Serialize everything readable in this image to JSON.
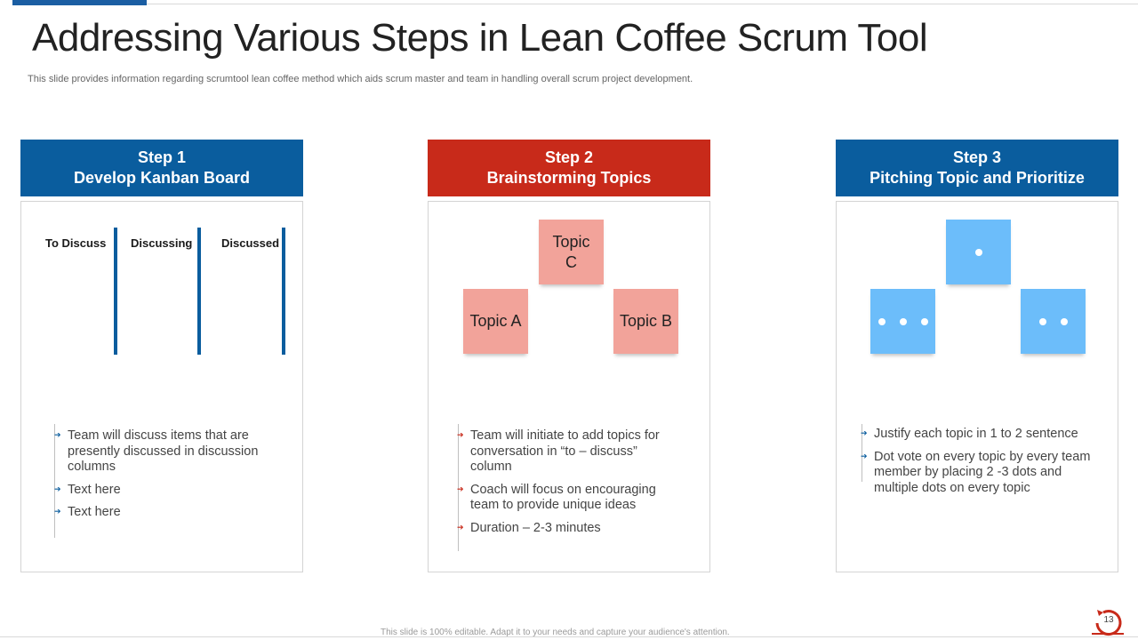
{
  "slide": {
    "title": "Addressing Various Steps in Lean Coffee Scrum Tool",
    "subtitle": "This slide provides information regarding scrumtool lean coffee method which aids scrum master and team in handling overall scrum project development.",
    "footer": "This slide is 100% editable. Adapt it to your needs and capture your audience's attention.",
    "page_number": "13"
  },
  "colors": {
    "blue": "#0a5d9e",
    "red": "#c82a1a",
    "topic_card": "#f2a39a",
    "dot_card": "#6cbdfa"
  },
  "steps": [
    {
      "number": "Step 1",
      "name": "Develop Kanban Board",
      "kanban_columns": [
        "To Discuss",
        "Discussing",
        "Discussed"
      ],
      "bullets": [
        "Team will discuss items that are presently discussed in discussion columns",
        "Text here",
        "Text here"
      ]
    },
    {
      "number": "Step 2",
      "name": "Brainstorming Topics",
      "topics": [
        "Topic C",
        "Topic A",
        "Topic B"
      ],
      "bullets": [
        "Team will initiate to add topics for conversation in “to – discuss” column",
        "Coach will focus on encouraging team to provide unique ideas",
        "Duration – 2-3 minutes"
      ]
    },
    {
      "number": "Step 3",
      "name": "Pitching Topic and Prioritize",
      "dot_votes": [
        1,
        3,
        2
      ],
      "bullets": [
        "Justify each topic in 1 to 2 sentence",
        "Dot vote on every topic by every team member by placing 2 -3 dots and multiple dots on every topic"
      ]
    }
  ]
}
